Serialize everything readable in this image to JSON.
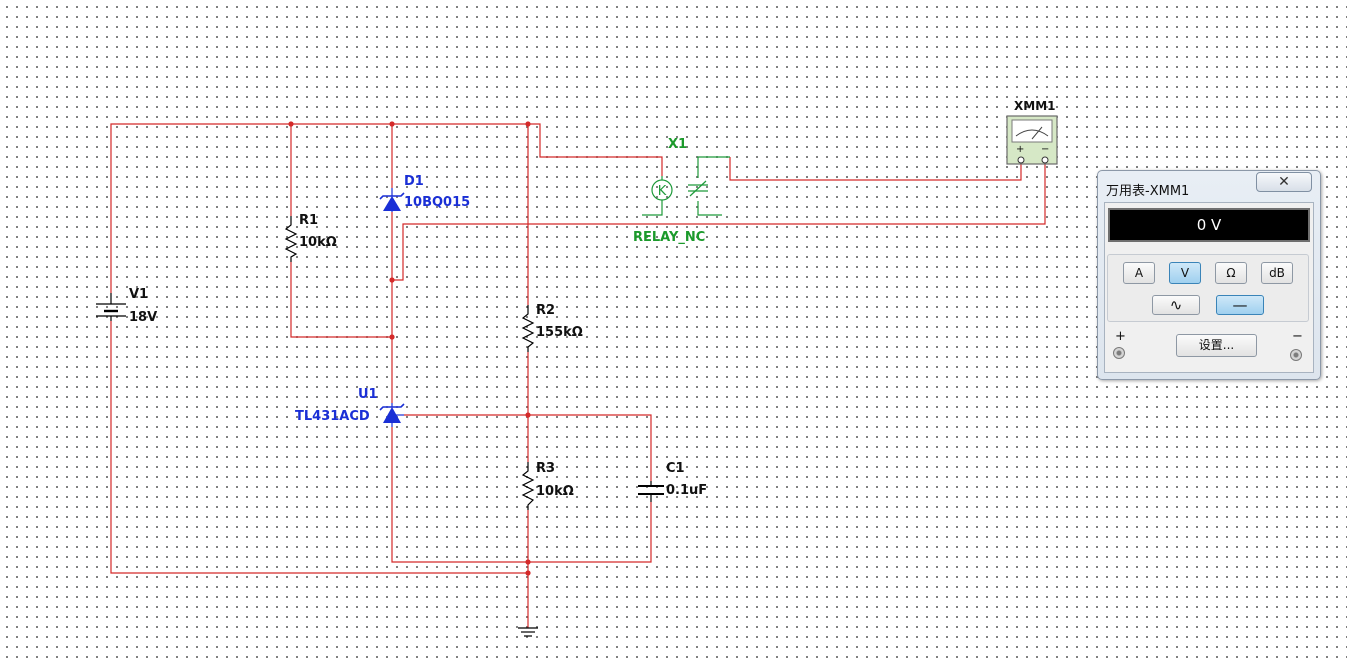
{
  "components": {
    "v1": {
      "name": "V1",
      "value": "18V"
    },
    "r1": {
      "name": "R1",
      "value": "10kΩ"
    },
    "d1": {
      "name": "D1",
      "value": "10BQ015"
    },
    "r2": {
      "name": "R2",
      "value": "155kΩ"
    },
    "u1": {
      "name": "U1",
      "value": "TL431ACD"
    },
    "r3": {
      "name": "R3",
      "value": "10kΩ"
    },
    "c1": {
      "name": "C1",
      "value": "0.1uF"
    },
    "x1": {
      "name": "X1",
      "value": "RELAY_NC",
      "coil_symbol": "K"
    },
    "xmm1": {
      "name": "XMM1",
      "plus": "+",
      "minus": "−"
    }
  },
  "multimeter_window": {
    "title": "万用表-XMM1",
    "close_symbol": "✕",
    "reading": "0 V",
    "mode_buttons": [
      "A",
      "V",
      "Ω",
      "dB"
    ],
    "active_mode": "V",
    "signal_buttons": {
      "ac": "∿",
      "dc": "—"
    },
    "active_signal": "dc",
    "settings_label": "设置...",
    "plus_label": "+",
    "minus_label": "−"
  },
  "colors": {
    "wire": "#d42a2a",
    "relay": "#1e9a3a",
    "semiconductor": "#1a2fd6"
  }
}
